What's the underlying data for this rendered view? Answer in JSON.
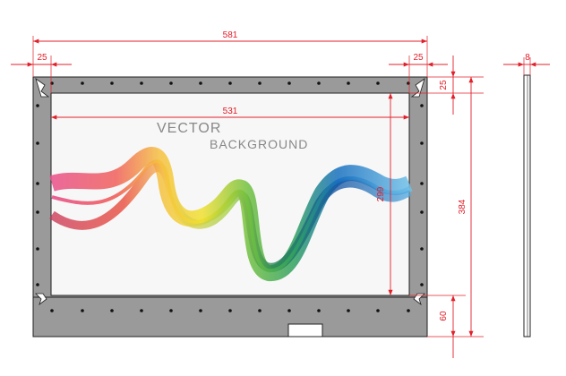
{
  "dimensions": {
    "overall_width": "581",
    "left_border": "25",
    "right_border": "25",
    "screen_width": "531",
    "screen_height": "299",
    "top_border": "25",
    "overall_height": "384",
    "bottom_border": "60",
    "depth": "8"
  },
  "screen": {
    "title_line1": "VECTOR",
    "title_line2": "BACKGROUND"
  },
  "colors": {
    "dimension": "#e0202a",
    "frame": "#9a9a9a",
    "outline": "#222222"
  }
}
